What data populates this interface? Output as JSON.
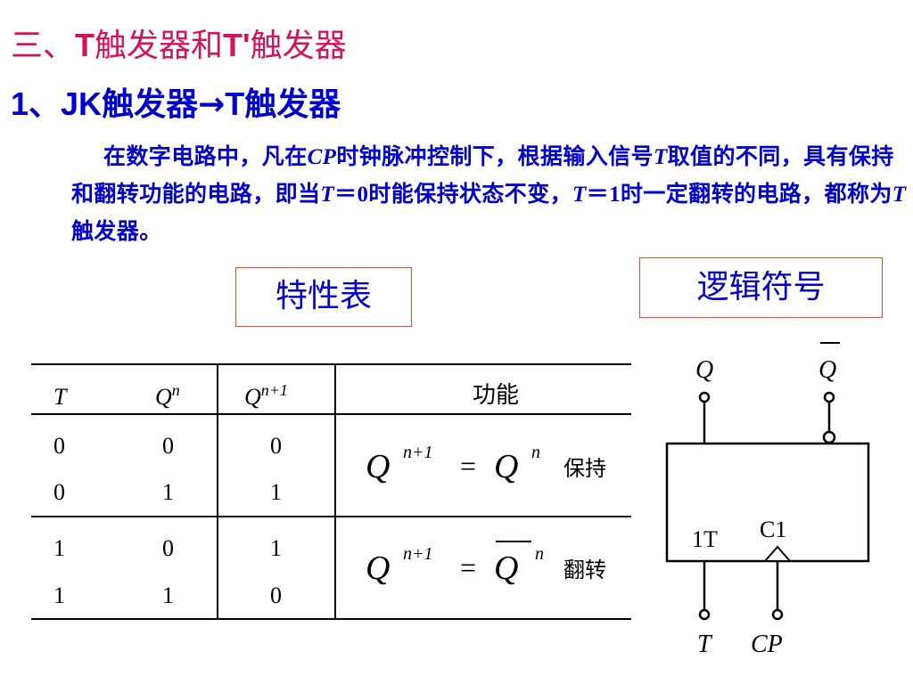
{
  "heading": {
    "prefix": "三、",
    "t1": "T",
    "mid1": "触发器和",
    "t2": "T'",
    "mid2": "触发器"
  },
  "subheading": {
    "num": "1、",
    "jk": "JK",
    "part1": "触发器→",
    "t": "T",
    "part2": "触发器"
  },
  "paragraph": {
    "p1": "在数字电路中，凡在",
    "cp": "CP",
    "p2": "时钟脉冲控制下，根据输入信号",
    "t1": "T",
    "p3": "取值的不同，具有保持和翻转功能的电路，即当",
    "t2": "T",
    "eq0": "＝0",
    "p4": "时能保持状态不变，",
    "t3": "T",
    "eq1": "＝1",
    "p5": "时一定翻转的电路，都称为",
    "t4": "T",
    "p6": "触发器。"
  },
  "labels": {
    "char_table": "特性表",
    "logic_symbol": "逻辑符号"
  },
  "table": {
    "headers": {
      "t": "T",
      "q": "Q",
      "q_sup": "n",
      "qn1": "Q",
      "qn1_sup": "n+1",
      "function": "功能"
    },
    "rows": [
      [
        "0",
        "0",
        "0"
      ],
      [
        "0",
        "1",
        "1"
      ],
      [
        "1",
        "0",
        "1"
      ],
      [
        "1",
        "1",
        "0"
      ]
    ],
    "eq_hold": {
      "lhs": "Q",
      "lhs_sup": "n+1",
      "equals": "=",
      "rhs": "Q",
      "rhs_sup": "n",
      "word": "保持"
    },
    "eq_toggle": {
      "lhs": "Q",
      "lhs_sup": "n+1",
      "equals": "=",
      "rhs": "Q",
      "rhs_sup": "n",
      "word": "翻转"
    }
  },
  "symbol": {
    "q": "Q",
    "qbar": "Q",
    "input_label": "1T",
    "clock_label": "C1",
    "pin_t": "T",
    "pin_cp": "CP"
  },
  "colors": {
    "heading": "#d4145a",
    "blue_text": "#0000cc",
    "box_border": "#e0502a"
  }
}
